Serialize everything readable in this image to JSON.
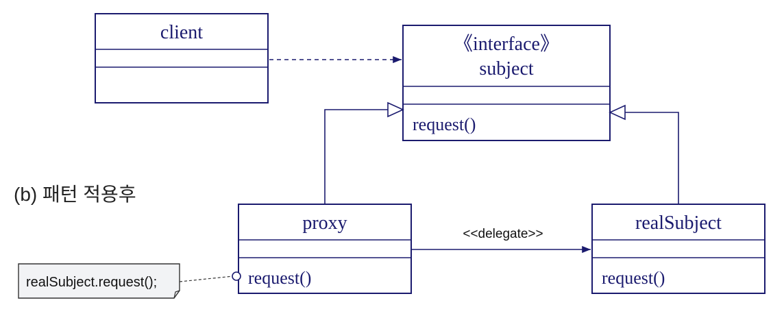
{
  "caption": "(b) 패턴 적용후",
  "classes": {
    "client": {
      "name": "client"
    },
    "subject": {
      "stereotype": "《interface》",
      "name": "subject",
      "operation": "request()"
    },
    "proxy": {
      "name": "proxy",
      "operation": "request()"
    },
    "real_subject": {
      "name": "realSubject",
      "operation": "request()"
    }
  },
  "relations": {
    "delegate_label": "<<delegate>>"
  },
  "note": {
    "text": "realSubject.request();"
  },
  "colors": {
    "line": "#1a1a6e",
    "note_fill": "#f2f3f5"
  }
}
